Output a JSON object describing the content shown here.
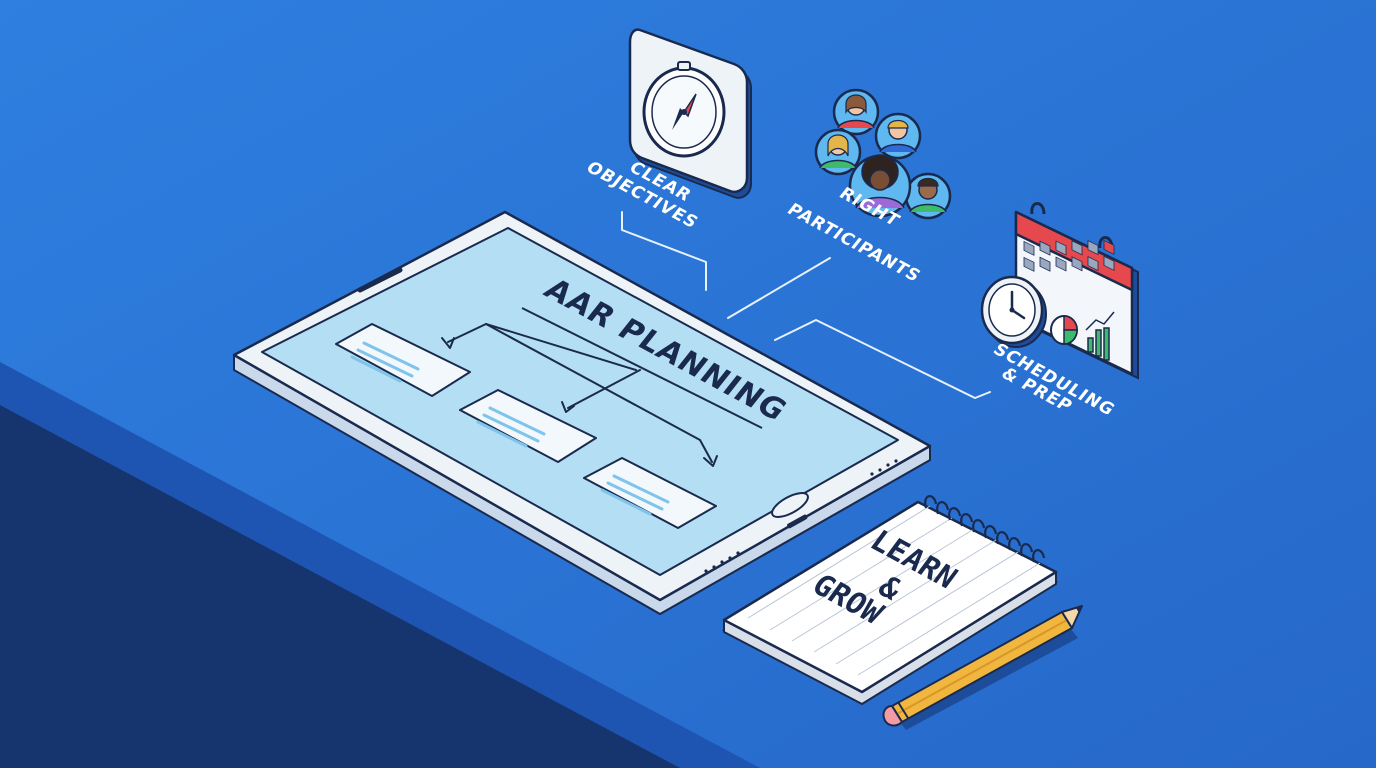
{
  "tablet": {
    "title": "AAR PLANNING"
  },
  "callouts": {
    "objectives": {
      "line1": "CLEAR",
      "line2": "OBJECTIVES",
      "icon": "compass-icon"
    },
    "participants": {
      "line1": "RIGHT",
      "line2": "PARTICIPANTS",
      "icon": "people-icon"
    },
    "scheduling": {
      "line1": "SCHEDULING",
      "line2": "& PREP",
      "icon": "calendar-clock-icon"
    }
  },
  "notepad": {
    "line1": "LEARN",
    "line2": "&",
    "line3": "GROW"
  },
  "colors": {
    "background": "#2a78d6",
    "desk_dark": "#16356e",
    "screen": "#b4def3",
    "outline": "#1a2a4e",
    "accent_red": "#e5484d",
    "pencil": "#f0b63d"
  }
}
